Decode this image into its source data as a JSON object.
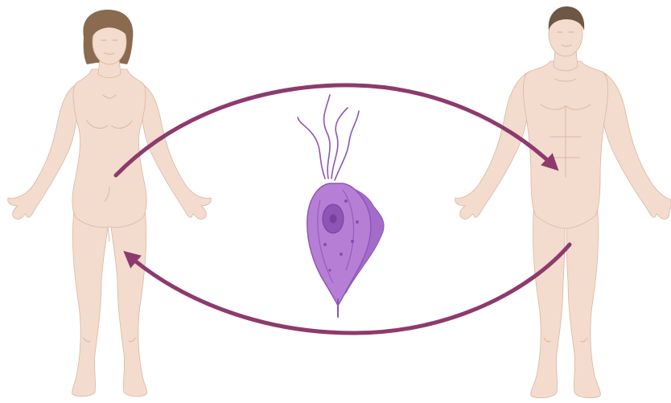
{
  "diagram": {
    "figures": [
      {
        "id": "female",
        "icon": "female-body-icon"
      },
      {
        "id": "male",
        "icon": "male-body-icon"
      }
    ],
    "organism": {
      "icon": "trichomonas-vaginalis-icon"
    },
    "arrows": [
      {
        "from": "female",
        "to": "male",
        "icon": "arrow-right-icon"
      },
      {
        "from": "male",
        "to": "female",
        "icon": "arrow-left-icon"
      }
    ]
  },
  "colors": {
    "skin": "#f3dccd",
    "skin_shade": "#e8c8b4",
    "skin_line": "#dcb6a1",
    "female_hair": "#8a6b4f",
    "male_hair": "#6e5745",
    "arrow": "#8e3a6e",
    "organism_fill": "#b77ed6",
    "organism_dark": "#8d55b5",
    "organism_membrane": "#a46cca",
    "nucleus": "#7c3e9e",
    "flagella": "#8d55b5",
    "background": "#ffffff"
  }
}
